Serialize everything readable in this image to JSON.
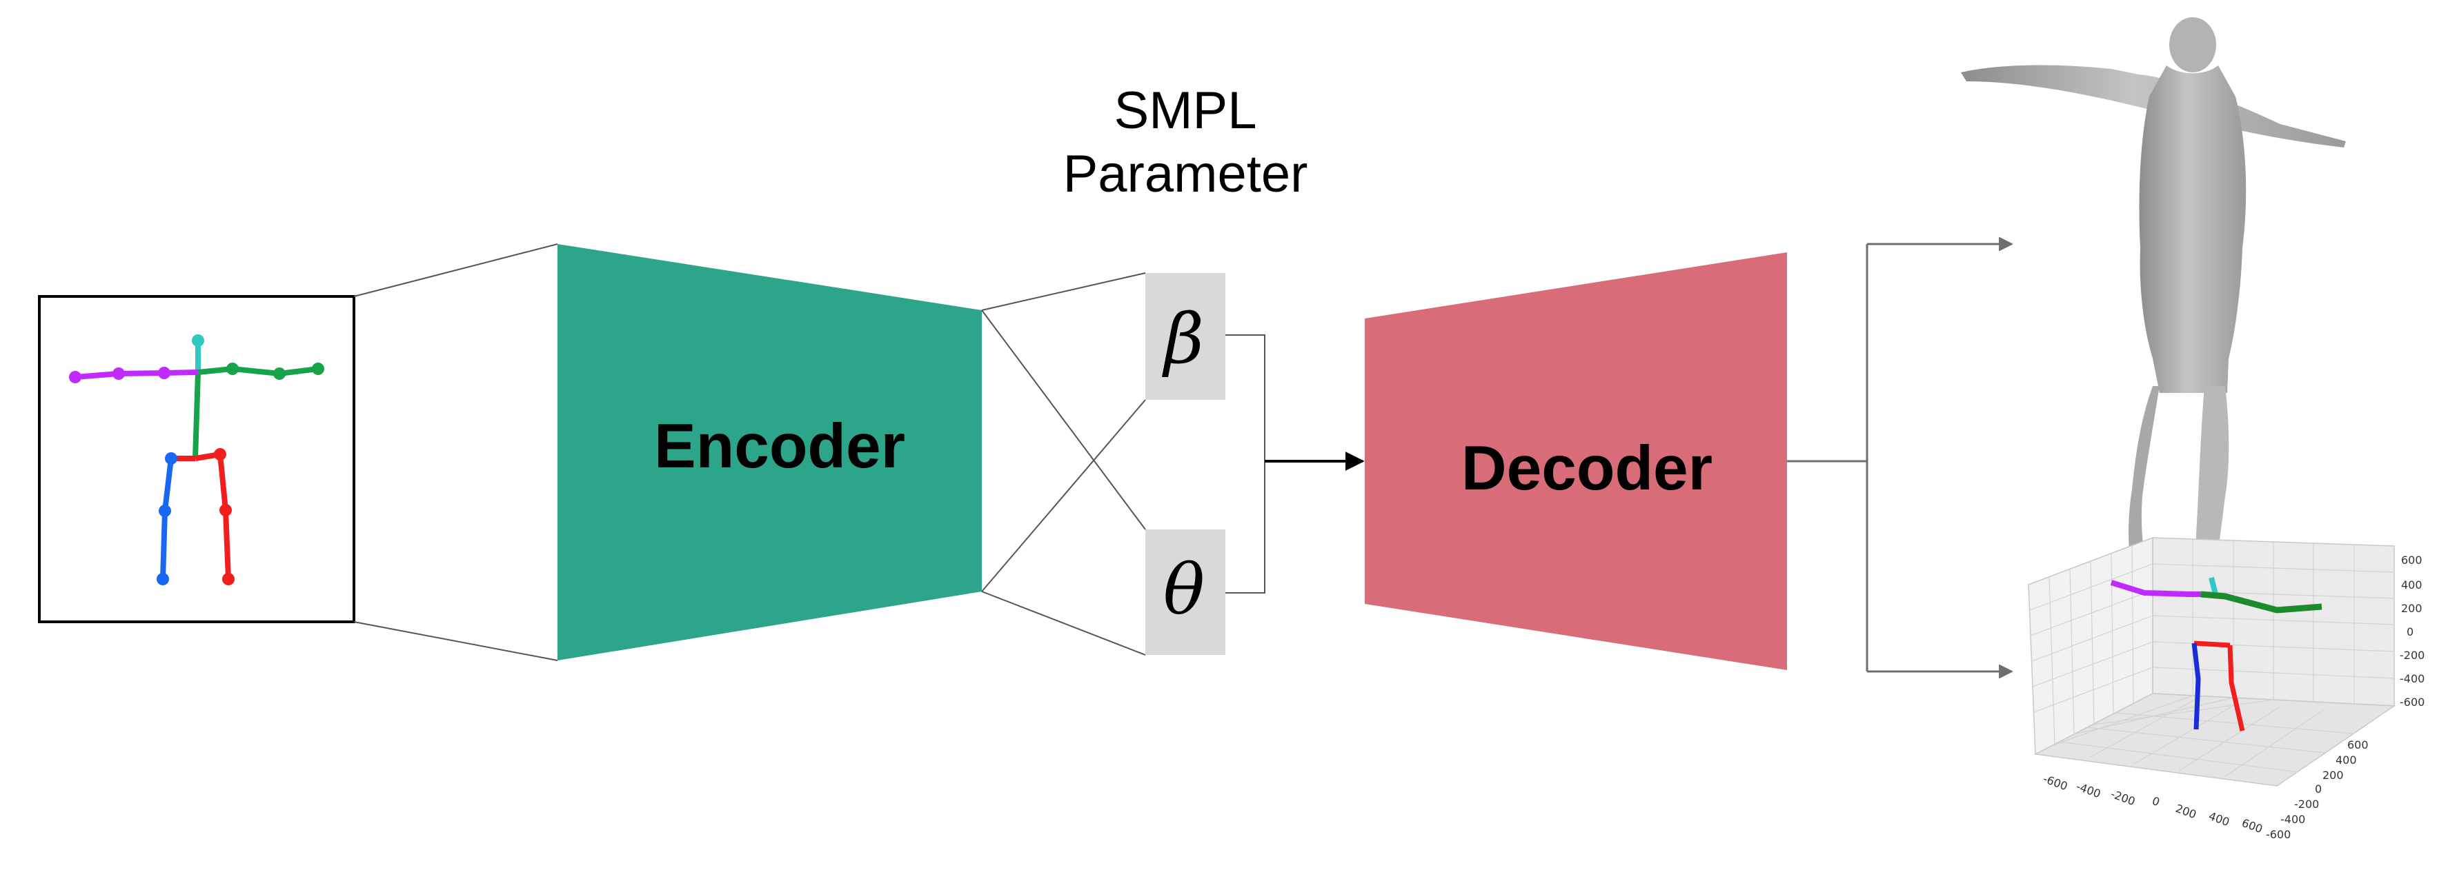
{
  "title": {
    "line1": "SMPL",
    "line2": "Parameter"
  },
  "encoder": {
    "label": "Encoder",
    "color": "#2ca58a"
  },
  "decoder": {
    "label": "Decoder",
    "color": "#d86c79"
  },
  "params": {
    "beta": "β",
    "theta": "θ",
    "box_color": "#d9d9d9"
  },
  "input_pose": {
    "icon": "2d-skeleton-icon",
    "colors": {
      "left_arm": "#c12aff",
      "right_arm": "#17a34a",
      "head": "#30c8c4",
      "spine": "#17a34a",
      "left_leg": "#1868f2",
      "right_leg": "#f21d1d"
    }
  },
  "outputs": {
    "mesh_icon": "human-body-mesh-icon",
    "skeleton_plot_icon": "3d-skeleton-plot-icon"
  },
  "plot3d": {
    "x_ticks": [
      "-600",
      "-400",
      "-200",
      "0",
      "200",
      "400",
      "600"
    ],
    "y_ticks": [
      "600",
      "400",
      "200",
      "0",
      "-200",
      "-400",
      "-600"
    ],
    "z_ticks": [
      "600",
      "400",
      "200",
      "0",
      "-200",
      "-400",
      "-600"
    ]
  }
}
